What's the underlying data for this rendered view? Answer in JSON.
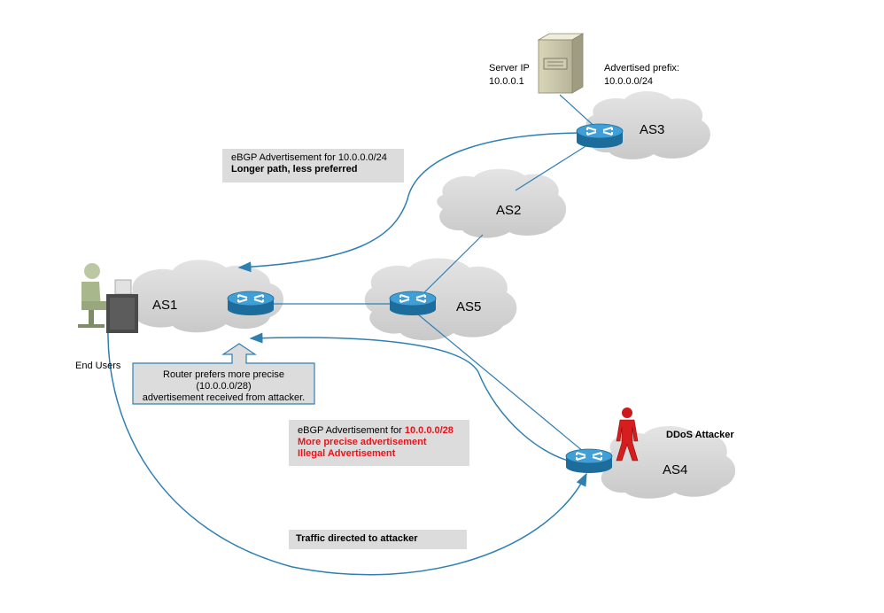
{
  "server": {
    "label_line1": "Server IP",
    "label_line2": "10.0.0.1",
    "prefix_line1": "Advertised prefix:",
    "prefix_line2": "10.0.0.0/24"
  },
  "clouds": {
    "as1": "AS1",
    "as2": "AS2",
    "as3": "AS3",
    "as4": "AS4",
    "as5": "AS5"
  },
  "end_users_label": "End Users",
  "attacker_label": "DDoS Attacker",
  "legit_adv": {
    "line1": "eBGP Advertisement for 10.0.0.0/24",
    "line2": "Longer path, less preferred"
  },
  "illegal_adv": {
    "line1_prefix": "eBGP Advertisement for ",
    "line1_highlight": "10.0.0.0/28",
    "line2": "More precise advertisement",
    "line3": "Illegal Advertisement"
  },
  "router_note": {
    "line1": "Router prefers more precise",
    "line2": "(10.0.0.0/28)",
    "line3": "advertisement received from attacker."
  },
  "traffic_label": "Traffic directed to attacker",
  "colors": {
    "link": "#2f7fb3",
    "cloud": "#d6d6d6",
    "router_top": "#3f9fd6",
    "router_side": "#1c6c9c",
    "highlight_red": "#e8141b",
    "label_box": "#dcdcdc"
  }
}
